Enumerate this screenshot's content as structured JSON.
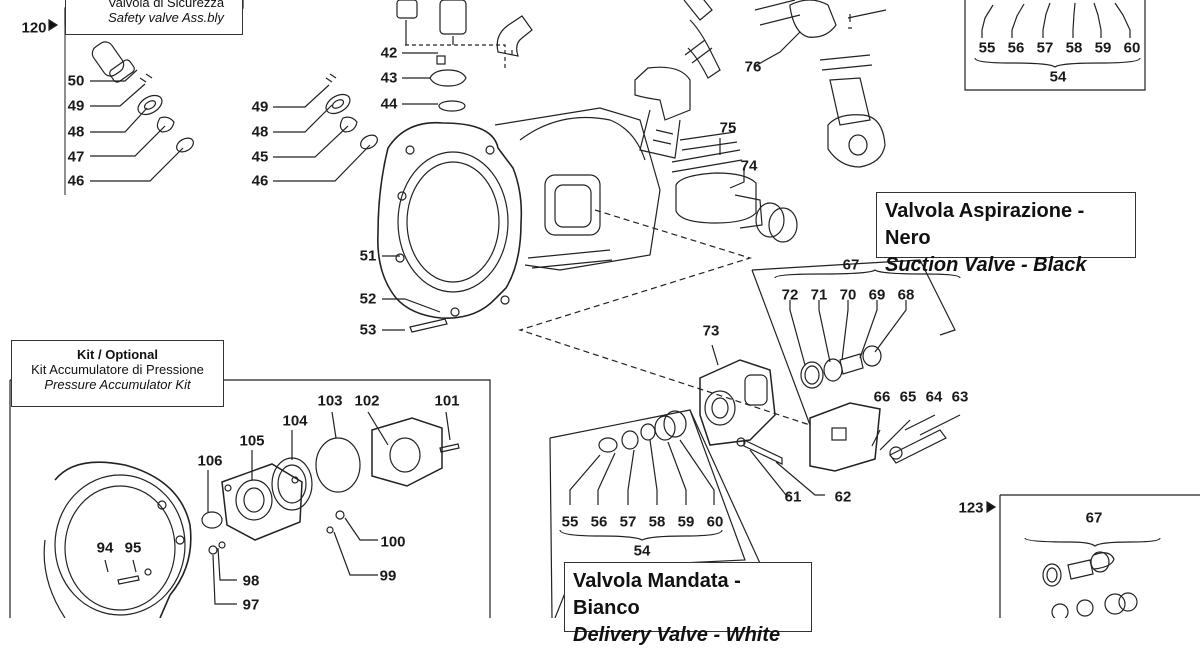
{
  "callouts": {
    "safety": {
      "it": "Valvola di Sicurezza",
      "en": "Safety valve Ass.bly"
    },
    "kit": {
      "title": "Kit / Optional",
      "it": "Kit Accumulatore di Pressione",
      "en": "Pressure Accumulator Kit"
    },
    "suction": {
      "it": "Valvola Aspirazione - Nero",
      "en": "Suction Valve - Black"
    },
    "delivery": {
      "it": "Valvola Mandata - Bianco",
      "en": "Delivery Valve - White"
    }
  },
  "labels": {
    "l120": "120",
    "l50": "50",
    "l49a": "49",
    "l48a": "48",
    "l47": "47",
    "l46a": "46",
    "l49b": "49",
    "l48b": "48",
    "l45": "45",
    "l46b": "46",
    "l42": "42",
    "l43": "43",
    "l44": "44",
    "l51": "51",
    "l52": "52",
    "l53": "53",
    "l76": "76",
    "l75": "75",
    "l74": "74",
    "t55": "55",
    "t56": "56",
    "t57": "57",
    "t58": "58",
    "t59": "59",
    "t60": "60",
    "t54": "54",
    "s67": "67",
    "s72": "72",
    "s71": "71",
    "s70": "70",
    "s69": "69",
    "s68": "68",
    "l73": "73",
    "l66": "66",
    "l65": "65",
    "l64": "64",
    "l63": "63",
    "l61": "61",
    "l62": "62",
    "d55": "55",
    "d56": "56",
    "d57": "57",
    "d58": "58",
    "d59": "59",
    "d60": "60",
    "d54": "54",
    "k103": "103",
    "k102": "102",
    "k101": "101",
    "k104": "104",
    "k105": "105",
    "k106": "106",
    "k100": "100",
    "k99": "99",
    "k98": "98",
    "k97": "97",
    "k94": "94",
    "k95": "95",
    "l123": "123",
    "b67": "67"
  }
}
